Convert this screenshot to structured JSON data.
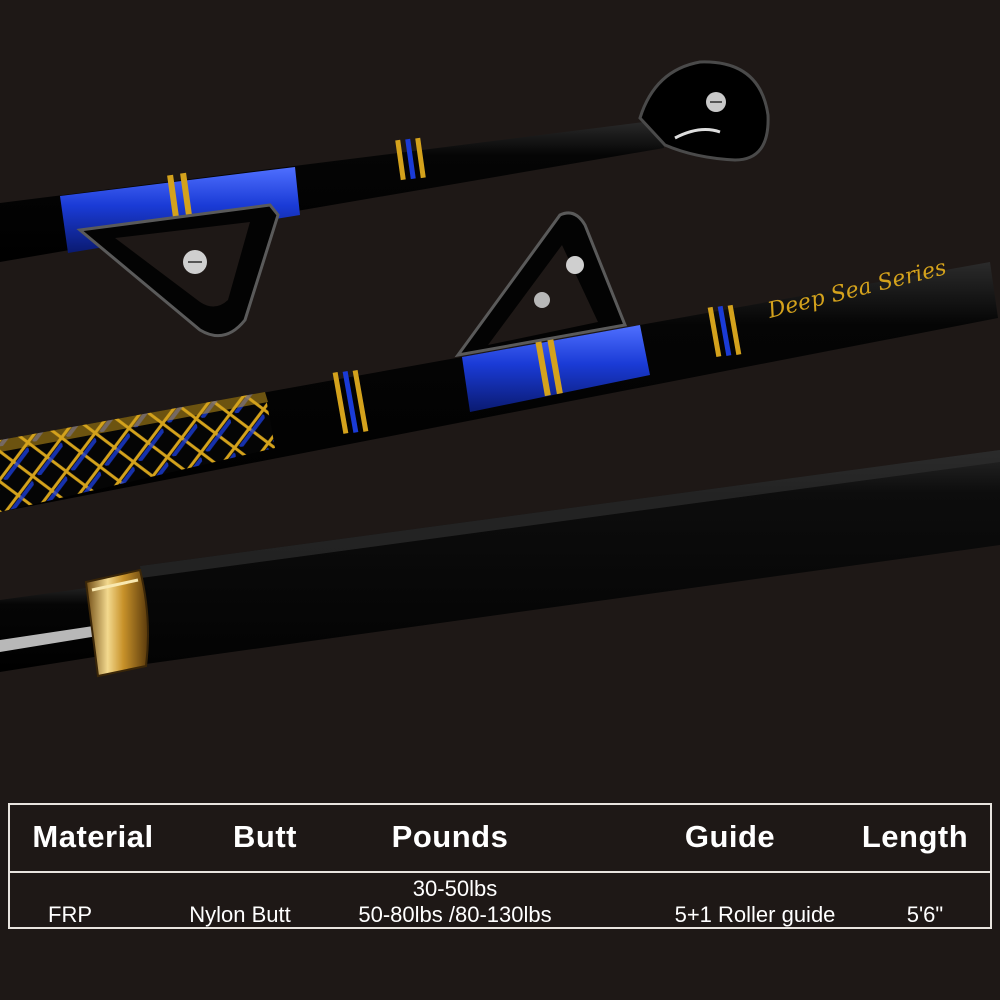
{
  "colors": {
    "background": "#1e1816",
    "rod_blank": "#050505",
    "accent_blue": "#1a3bd6",
    "accent_gold": "#d4a21c",
    "table_border": "#e8e4df",
    "table_text": "#ffffff"
  },
  "photo": {
    "rod_inscription": "Deep Sea Series"
  },
  "specs": {
    "headers": {
      "material": "Material",
      "butt": "Butt",
      "pounds": "Pounds",
      "guide": "Guide",
      "length": "Length"
    },
    "values": {
      "material": "FRP",
      "butt": "Nylon Butt",
      "pounds_line1": "30-50lbs",
      "pounds_line2": "50-80lbs /80-130lbs",
      "guide": "5+1 Roller guide",
      "length": "5'6\""
    }
  }
}
